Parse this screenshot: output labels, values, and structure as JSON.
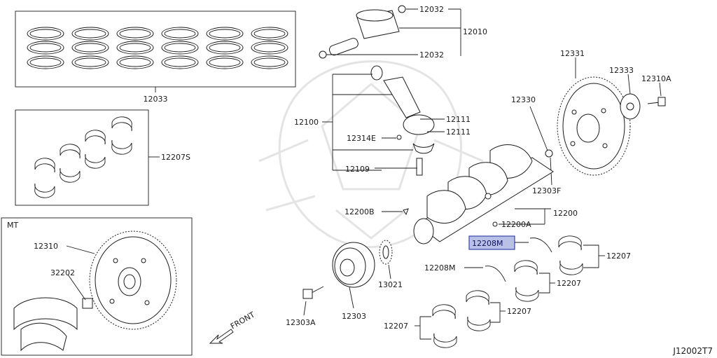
{
  "diagram_id": "J12002T7",
  "labels": {
    "p12032a": "12032",
    "p12010": "12010",
    "p12032b": "12032",
    "p12033": "12033",
    "p12331": "12331",
    "p12333": "12333",
    "p12310A": "12310A",
    "p12330": "12330",
    "p12100": "12100",
    "p12111a": "12111",
    "p12111b": "12111",
    "p12314E": "12314E",
    "p12109": "12109",
    "p12207S": "12207S",
    "p12303F": "12303F",
    "p12200B": "12200B",
    "p12200": "12200",
    "p12200A": "12200A",
    "p12208M_hl": "12208M",
    "p12207a": "12207",
    "p12208M": "12208M",
    "p12207b": "12207",
    "p12207c": "12207",
    "p12207d": "12207",
    "p13021": "13021",
    "p12303": "12303",
    "p12303A": "12303A",
    "mt": "MT",
    "p12310": "12310",
    "p32202": "32202",
    "front": "FRONT"
  },
  "colors": {
    "ink": "#1a1a1a",
    "highlight_fill": "#b9c0e6",
    "highlight_border": "#3a45a8",
    "watermark": "#e6e6e6"
  }
}
